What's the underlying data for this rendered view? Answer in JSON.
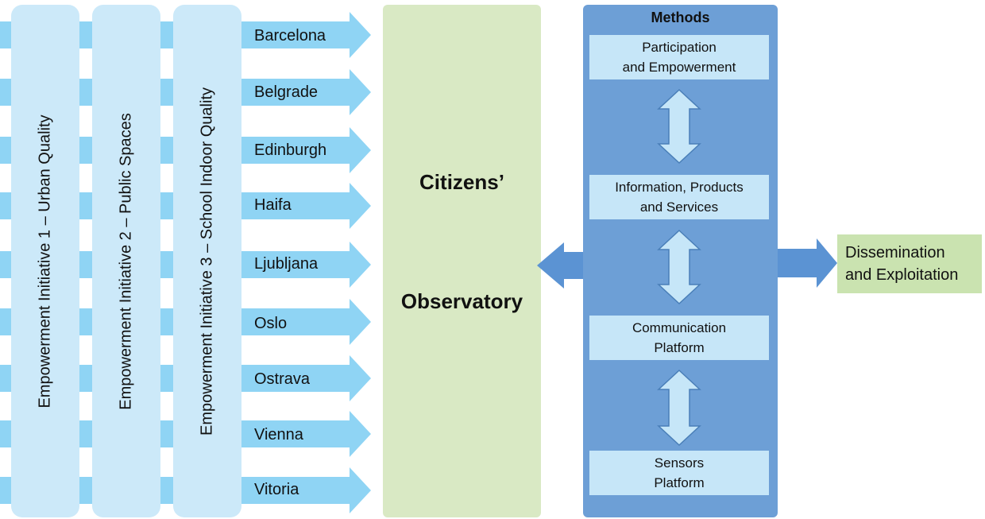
{
  "initiatives": [
    {
      "label": "Empowerment Initiative 1 – Urban Quality"
    },
    {
      "label": "Empowerment Initiative 2 – Public Spaces"
    },
    {
      "label": "Empowerment Initiative 3 – School Indoor Quality"
    }
  ],
  "cities": [
    "Barcelona",
    "Belgrade",
    "Edinburgh",
    "Haifa",
    "Ljubljana",
    "Oslo",
    "Ostrava",
    "Vienna",
    "Vitoria"
  ],
  "observatory": {
    "line1": "Citizens’",
    "line2": "Observatory"
  },
  "methods": {
    "title": "Methods",
    "boxes": [
      "Participation\nand Empowerment",
      "Information, Products\nand Services",
      "Communication\nPlatform",
      "Sensors\nPlatform"
    ]
  },
  "dissemination": {
    "label": "Dissemination\nand Exploitation"
  },
  "colors": {
    "pillar": "#cce9f9",
    "arrow": "#8fd4f4",
    "observatory": "#d9e9c4",
    "methods": "#6d9fd6",
    "method_box": "#c6e6f8",
    "method_arrow": "#c6e6f8",
    "dissemination": "#cae3b0",
    "blue_arrow": "#5b93d3"
  }
}
